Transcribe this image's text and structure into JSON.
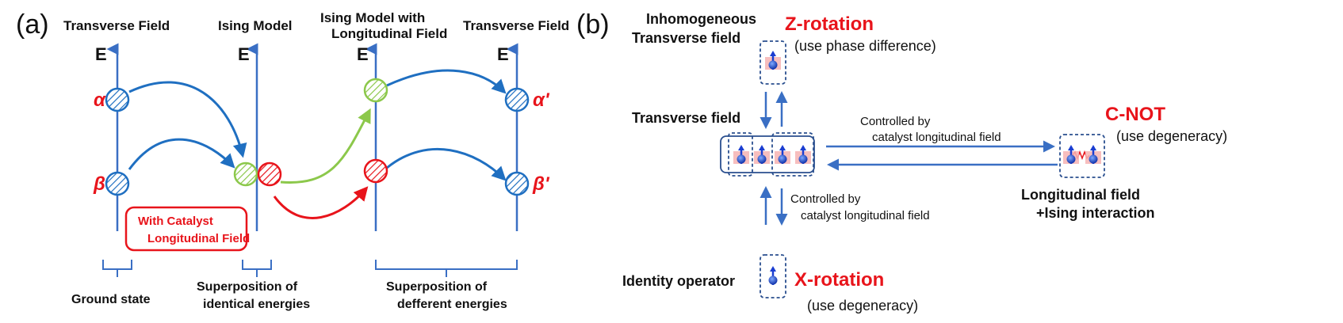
{
  "panel_a": {
    "label": "(a)",
    "columns": [
      {
        "header": "Transverse Field"
      },
      {
        "header": "Ising Model"
      },
      {
        "header_line1": "Ising Model with",
        "header_line2": "Longitudinal Field"
      },
      {
        "header": "Transverse Field"
      }
    ],
    "energy_label": "E",
    "alpha": "α",
    "beta": "β",
    "alpha_prime": "α'",
    "beta_prime": "β'",
    "catalyst_box": {
      "line1": "With Catalyst",
      "line2": "Longitudinal Field"
    },
    "bottom_labels": {
      "ground_state": "Ground state",
      "identical_line1": "Superposition of",
      "identical_line2": "identical energies",
      "different_line1": "Superposition of",
      "different_line2": "defferent energies"
    },
    "colors": {
      "blue": "#1f6fc1",
      "green": "#8cc84b",
      "red": "#e8141b"
    }
  },
  "panel_b": {
    "label": "(b)",
    "inhomogeneous_line1": "Inhomogeneous",
    "inhomogeneous_line2": "Transverse field",
    "z_rotation": "Z-rotation",
    "z_note": "(use phase difference)",
    "transverse_field": "Transverse field",
    "controlled_top_line1": "Controlled by",
    "controlled_top_line2": "catalyst longitudinal field",
    "cnot": "C-NOT",
    "cnot_note": "(use degeneracy)",
    "longitudinal_line1": "Longitudinal field",
    "longitudinal_line2": "+Ising interaction",
    "controlled_bottom_line1": "Controlled by",
    "controlled_bottom_line2": "catalyst longitudinal field",
    "identity_operator": "Identity operator",
    "x_rotation": "X-rotation",
    "x_note": "(use degeneracy)"
  }
}
